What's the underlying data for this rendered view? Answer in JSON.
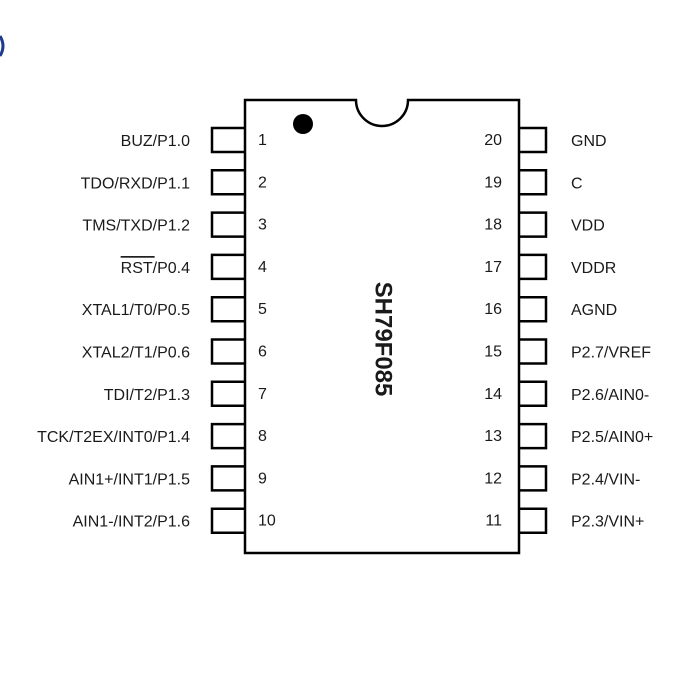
{
  "chip": {
    "name": "SH79F085",
    "body_color": "#ffffff",
    "stroke_color": "#000000"
  },
  "pins_left": [
    {
      "num": "1",
      "label": "BUZ/P1.0"
    },
    {
      "num": "2",
      "label": "TDO/RXD/P1.1"
    },
    {
      "num": "3",
      "label": "TMS/TXD/P1.2"
    },
    {
      "num": "4",
      "label_overbar": "RST",
      "label_rest": "/P0.4"
    },
    {
      "num": "5",
      "label": "XTAL1/T0/P0.5"
    },
    {
      "num": "6",
      "label": "XTAL2/T1/P0.6"
    },
    {
      "num": "7",
      "label": "TDI/T2/P1.3"
    },
    {
      "num": "8",
      "label": "TCK/T2EX/INT0/P1.4"
    },
    {
      "num": "9",
      "label": "AIN1+/INT1/P1.5"
    },
    {
      "num": "10",
      "label": "AIN1-/INT2/P1.6"
    }
  ],
  "pins_right": [
    {
      "num": "20",
      "label": "GND"
    },
    {
      "num": "19",
      "label": "C"
    },
    {
      "num": "18",
      "label": "VDD"
    },
    {
      "num": "17",
      "label": "VDDR"
    },
    {
      "num": "16",
      "label": "AGND"
    },
    {
      "num": "15",
      "label": "P2.7/VREF"
    },
    {
      "num": "14",
      "label": "P2.6/AIN0-"
    },
    {
      "num": "13",
      "label": "P2.5/AIN0+"
    },
    {
      "num": "12",
      "label": "P2.4/VIN-"
    },
    {
      "num": "11",
      "label": "P2.3/VIN+"
    }
  ]
}
